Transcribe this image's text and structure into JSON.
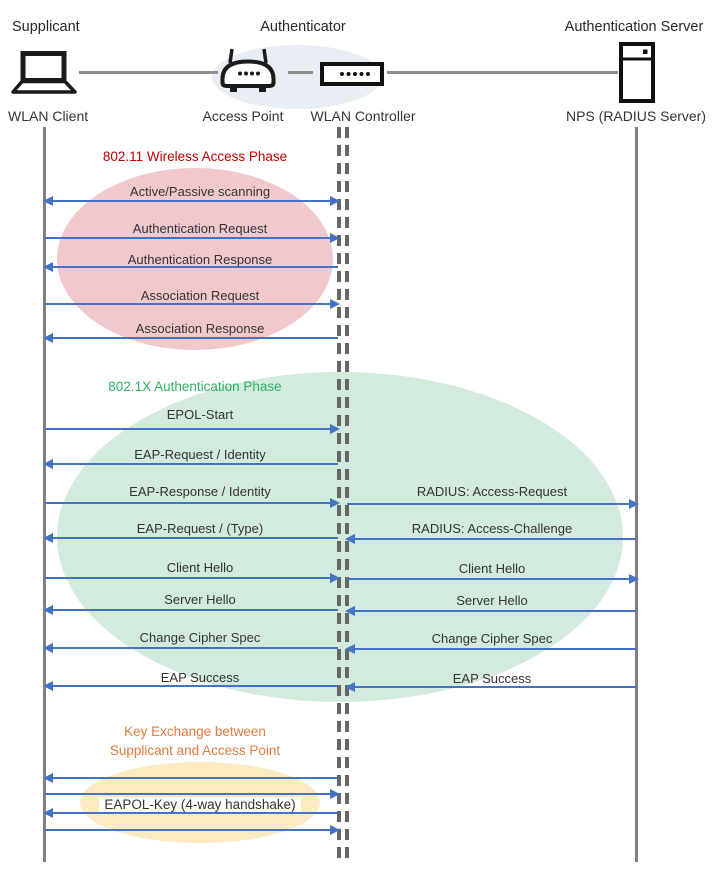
{
  "actors": {
    "supplicant": "Supplicant",
    "authenticator": "Authenticator",
    "authentication_server": "Authentication Server"
  },
  "nodes": {
    "wlan_client": "WLAN Client",
    "access_point": "Access Point",
    "wlan_controller": "WLAN Controller",
    "nps": "NPS (RADIUS Server)"
  },
  "phases": {
    "p80211": {
      "title": "802.11 Wireless Access Phase",
      "title_color": "#C00000",
      "ellipse_color": "#F1C9CD"
    },
    "p8021x": {
      "title": "802.1X Authentication Phase",
      "title_color": "#2EAF62",
      "ellipse_color": "#D2EBDD"
    },
    "key_exchange": {
      "title_line1": "Key Exchange between",
      "title_line2": "Supplicant and Access Point",
      "title_color": "#E07C3E",
      "ellipse_color": "#FBEAC2"
    }
  },
  "messages": {
    "scanning": "Active/Passive scanning",
    "auth_request": "Authentication Request",
    "auth_response": "Authentication Response",
    "assoc_request": "Association Request",
    "assoc_response": "Association Response",
    "epol_start": "EPOL-Start",
    "eap_request_identity": "EAP-Request / Identity",
    "eap_response_identity": "EAP-Response / Identity",
    "radius_access_request": "RADIUS: Access-Request",
    "eap_request_type": "EAP-Request / (Type)",
    "radius_access_challenge": "RADIUS: Access-Challenge",
    "client_hello": "Client Hello",
    "server_hello": "Server Hello",
    "change_cipher_spec": "Change Cipher Spec",
    "eap_success": "EAP Success",
    "eapol_key": "EAPOL-Key (4-way handshake)"
  },
  "colors": {
    "arrow": "#4472C4",
    "lifeline": "#7F7F7F",
    "dashed_lifeline": "#666666",
    "connector": "#8F8F8F",
    "authenticator_ellipse": "#E9EDF4"
  }
}
